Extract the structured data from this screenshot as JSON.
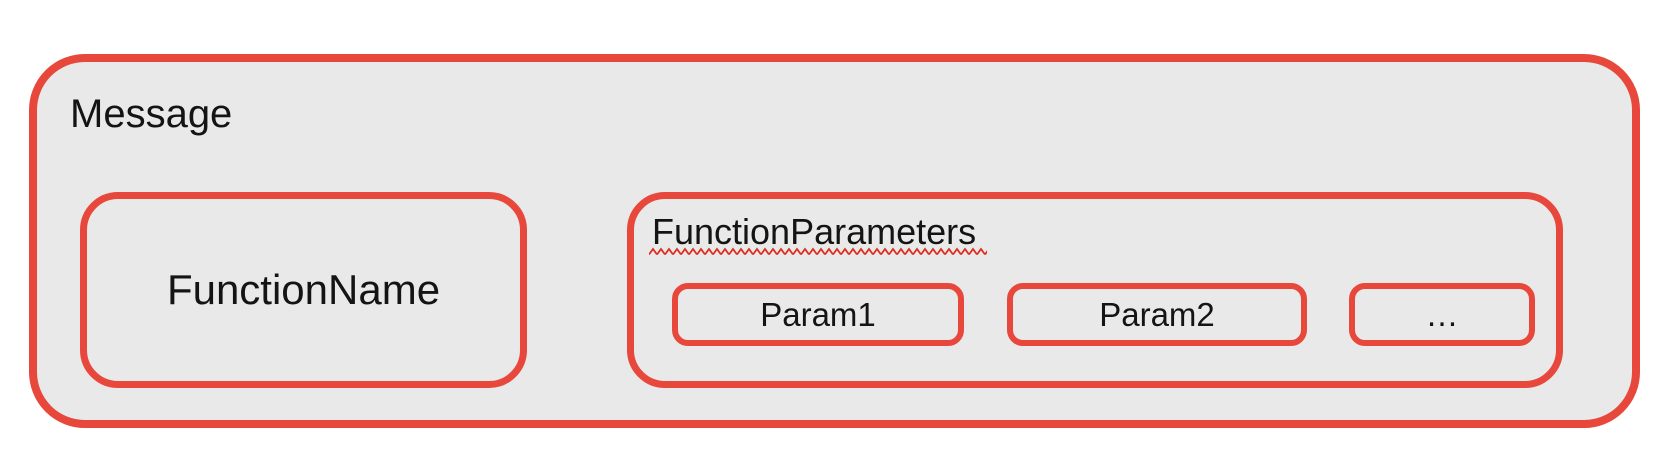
{
  "diagram": {
    "message": {
      "label": "Message"
    },
    "function_name": {
      "label": "FunctionName"
    },
    "function_parameters": {
      "label": "FunctionParameters",
      "params": [
        {
          "label": "Param1"
        },
        {
          "label": "Param2"
        },
        {
          "label": "…"
        }
      ]
    },
    "colors": {
      "border_red": "#E8473C",
      "fill_gray": "#E9E9E9",
      "squiggle_red": "#DD2C20",
      "text_black": "#141414"
    }
  }
}
